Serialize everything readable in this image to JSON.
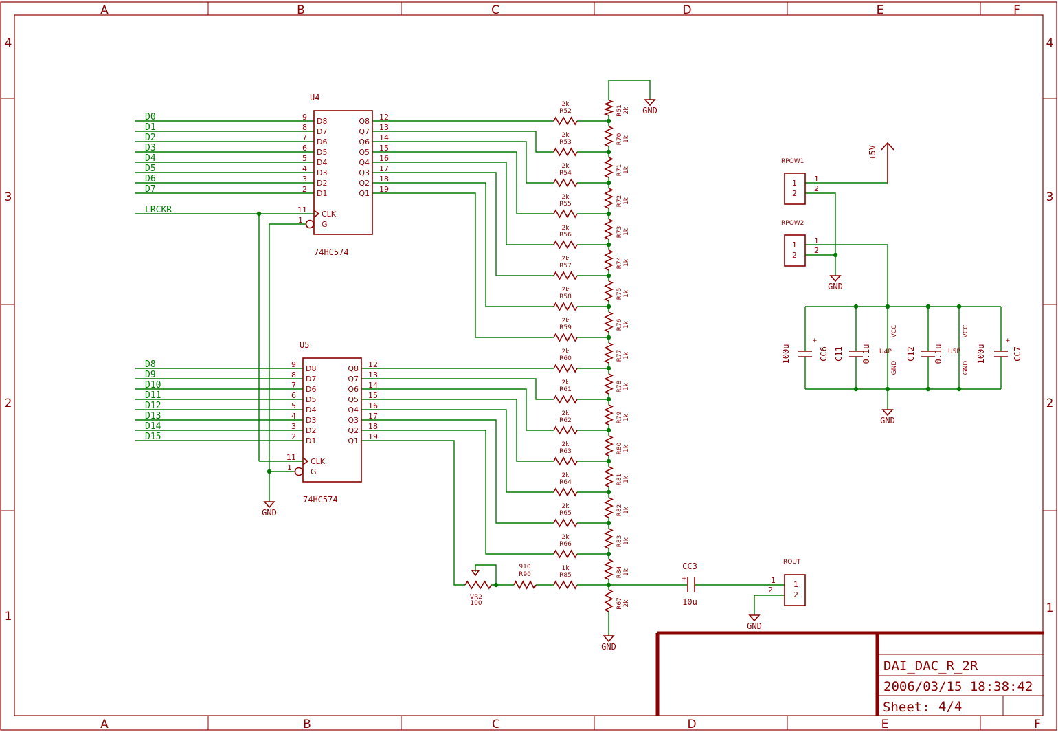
{
  "frame": {
    "columns": [
      "A",
      "B",
      "C",
      "D",
      "E",
      "F"
    ],
    "rows": [
      "4",
      "3",
      "2",
      "1"
    ]
  },
  "title_block": {
    "name": "DAI_DAC_R_2R",
    "datetime": "2006/03/15 18:38:42",
    "sheet_label": "Sheet:",
    "sheet_value": "4/4"
  },
  "chips": [
    {
      "ref": "U4",
      "type": "74HC574",
      "inputs": [
        "D0",
        "D1",
        "D2",
        "D3",
        "D4",
        "D5",
        "D6",
        "D7"
      ],
      "in_pins": [
        "9",
        "8",
        "7",
        "6",
        "5",
        "4",
        "3",
        "2"
      ],
      "in_names": [
        "D8",
        "D7",
        "D6",
        "D5",
        "D4",
        "D3",
        "D2",
        "D1"
      ],
      "out_names": [
        "Q8",
        "Q7",
        "Q6",
        "Q5",
        "Q4",
        "Q3",
        "Q2",
        "Q1"
      ],
      "out_pins": [
        "12",
        "13",
        "14",
        "15",
        "16",
        "17",
        "18",
        "19"
      ],
      "clk_net": "LRCKR",
      "clk_pin": "11",
      "clk_name": "CLK",
      "g_pin": "1",
      "g_name": "G"
    },
    {
      "ref": "U5",
      "type": "74HC574",
      "inputs": [
        "D8",
        "D9",
        "D10",
        "D11",
        "D12",
        "D13",
        "D14",
        "D15"
      ],
      "in_pins": [
        "9",
        "8",
        "7",
        "6",
        "5",
        "4",
        "3",
        "2"
      ],
      "in_names": [
        "D8",
        "D7",
        "D6",
        "D5",
        "D4",
        "D3",
        "D2",
        "D1"
      ],
      "out_names": [
        "Q8",
        "Q7",
        "Q6",
        "Q5",
        "Q4",
        "Q3",
        "Q2",
        "Q1"
      ],
      "out_pins": [
        "12",
        "13",
        "14",
        "15",
        "16",
        "17",
        "18",
        "19"
      ],
      "clk_pin": "11",
      "clk_name": "CLK",
      "g_pin": "1",
      "g_name": "G"
    }
  ],
  "series_resistors": [
    {
      "ref": "R52",
      "value": "2k"
    },
    {
      "ref": "R53",
      "value": "2k"
    },
    {
      "ref": "R54",
      "value": "2k"
    },
    {
      "ref": "R55",
      "value": "2k"
    },
    {
      "ref": "R56",
      "value": "2k"
    },
    {
      "ref": "R57",
      "value": "2k"
    },
    {
      "ref": "R58",
      "value": "2k"
    },
    {
      "ref": "R59",
      "value": "2k"
    },
    {
      "ref": "R60",
      "value": "2k"
    },
    {
      "ref": "R61",
      "value": "2k"
    },
    {
      "ref": "R62",
      "value": "2k"
    },
    {
      "ref": "R63",
      "value": "2k"
    },
    {
      "ref": "R64",
      "value": "2k"
    },
    {
      "ref": "R65",
      "value": "2k"
    },
    {
      "ref": "R66",
      "value": "2k"
    },
    {
      "ref": "R85",
      "value": "1k"
    }
  ],
  "ladder_resistors": [
    {
      "ref": "R51",
      "value": "2k"
    },
    {
      "ref": "R70",
      "value": "1k"
    },
    {
      "ref": "R71",
      "value": "1k"
    },
    {
      "ref": "R72",
      "value": "1k"
    },
    {
      "ref": "R73",
      "value": "1k"
    },
    {
      "ref": "R74",
      "value": "1k"
    },
    {
      "ref": "R75",
      "value": "1k"
    },
    {
      "ref": "R76",
      "value": "1k"
    },
    {
      "ref": "R77",
      "value": "1k"
    },
    {
      "ref": "R78",
      "value": "1k"
    },
    {
      "ref": "R79",
      "value": "1k"
    },
    {
      "ref": "R80",
      "value": "1k"
    },
    {
      "ref": "R81",
      "value": "1k"
    },
    {
      "ref": "R82",
      "value": "1k"
    },
    {
      "ref": "R83",
      "value": "1k"
    },
    {
      "ref": "R84",
      "value": "1k"
    },
    {
      "ref": "R67",
      "value": "2k"
    }
  ],
  "trim": {
    "vr_ref": "VR2",
    "vr_value": "100",
    "r_ref": "R90",
    "r_value": "910"
  },
  "output": {
    "cap_ref": "CC3",
    "cap_value": "10u",
    "conn_ref": "ROUT",
    "pins": [
      "1",
      "2"
    ]
  },
  "power": {
    "supply": "+5V",
    "gnd": "GND",
    "conn1": {
      "ref": "RPOW1",
      "pins": [
        "1",
        "2"
      ]
    },
    "conn2": {
      "ref": "RPOW2",
      "pins": [
        "1",
        "2"
      ]
    },
    "caps": [
      {
        "ref": "CC6",
        "value": "100u"
      },
      {
        "ref": "C11",
        "value": "0.1u"
      },
      {
        "ref": "C12",
        "value": "0.1u"
      },
      {
        "ref": "CC7",
        "value": "100u"
      }
    ],
    "pwr_units": [
      {
        "ref": "U4P",
        "top": "VCC",
        "bottom": "GND"
      },
      {
        "ref": "U5P",
        "top": "VCC",
        "bottom": "GND"
      }
    ]
  }
}
